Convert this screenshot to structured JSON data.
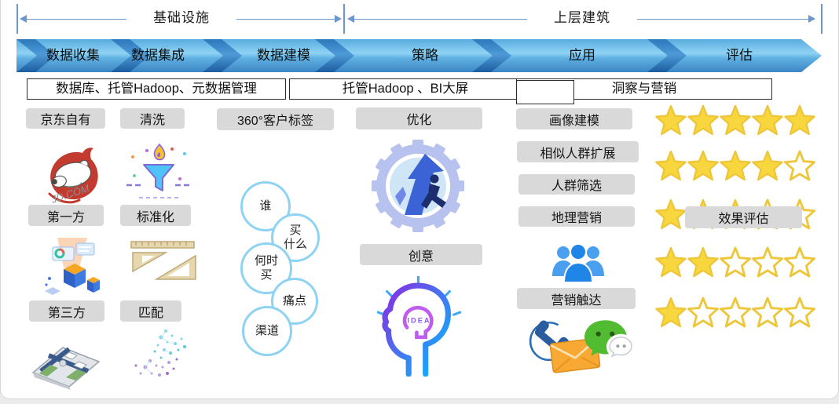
{
  "brackets": {
    "left": "基础设施",
    "right": "上层建筑"
  },
  "stages": [
    "数据收集",
    "数据集成",
    "数据建模",
    "策略",
    "应用",
    "评估"
  ],
  "infra_boxes": {
    "db": "数据库、托管Hadoop、元数据管理",
    "hadoop_bi": "托管Hadoop 、BI大屏",
    "insight": "洞察与营销"
  },
  "columns": {
    "collection": {
      "own": "京东自有",
      "first_party": "第一方",
      "third_party": "第三方"
    },
    "integration": {
      "clean": "清洗",
      "standardize": "标准化",
      "match": "匹配"
    },
    "modeling": {
      "tag": "360°客户标签",
      "bubbles": {
        "who": "谁",
        "what": "买\n什么",
        "when": "何时\n买",
        "pain": "痛点",
        "channel": "渠道"
      }
    },
    "strategy": {
      "optimize": "优化",
      "creative": "创意"
    },
    "application": {
      "profile": "画像建模",
      "lookalike": "相似人群扩展",
      "filter": "人群筛选",
      "geo": "地理营销",
      "reach": "营销触达"
    },
    "evaluation": {
      "label": "效果评估",
      "star_rows": [
        5,
        4,
        3,
        2,
        1
      ],
      "stars_per_row": 5
    }
  },
  "icon_texts": {
    "idea": "IDEA",
    "jd": "JD.COM"
  },
  "colors": {
    "bracket_line": "#6b96cf",
    "chevron_light": "#8fd3f4",
    "chevron_dark": "#2c77bb",
    "label_bg": "#d9d9d9",
    "star_fill": "#f8d73e",
    "star_stroke": "#eec63a",
    "bubble_stroke": "#8fd3f2",
    "people_blue": "#1f86e8",
    "wechat_green": "#51bb32",
    "envelope_orange": "#f7a933",
    "jd_red": "#c23b2e"
  }
}
